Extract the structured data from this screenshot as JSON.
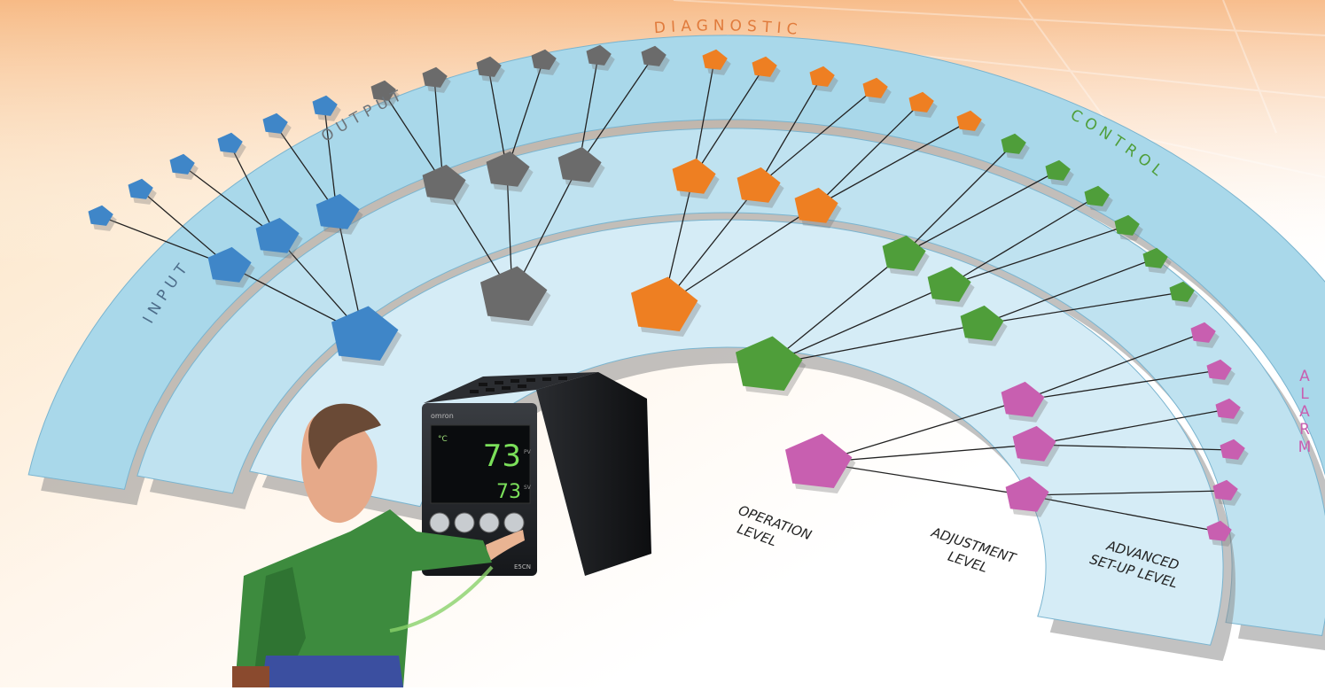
{
  "categories": [
    {
      "key": "input",
      "label": "INPUT",
      "color": "#3f86c8"
    },
    {
      "key": "output",
      "label": "OUTPUT",
      "color": "#6b6b6b"
    },
    {
      "key": "diagnostic",
      "label": "DIAGNOSTIC",
      "color": "#ee7f22"
    },
    {
      "key": "control",
      "label": "CONTROL",
      "color": "#4f9e3a"
    },
    {
      "key": "alarm",
      "label": "ALARM",
      "color": "#c85fb0"
    }
  ],
  "levels": [
    {
      "key": "operation",
      "line1": "OPERATION",
      "line2": "LEVEL"
    },
    {
      "key": "adjustment",
      "line1": "ADJUSTMENT",
      "line2": "LEVEL"
    },
    {
      "key": "advanced",
      "line1": "ADVANCED",
      "line2": "SET-UP LEVEL"
    }
  ],
  "device": {
    "brand": "omron",
    "unit": "°C",
    "pv_value": "73",
    "sv_value": "73",
    "pv_tag": "PV",
    "sv_tag": "SV",
    "model": "E5CN"
  }
}
